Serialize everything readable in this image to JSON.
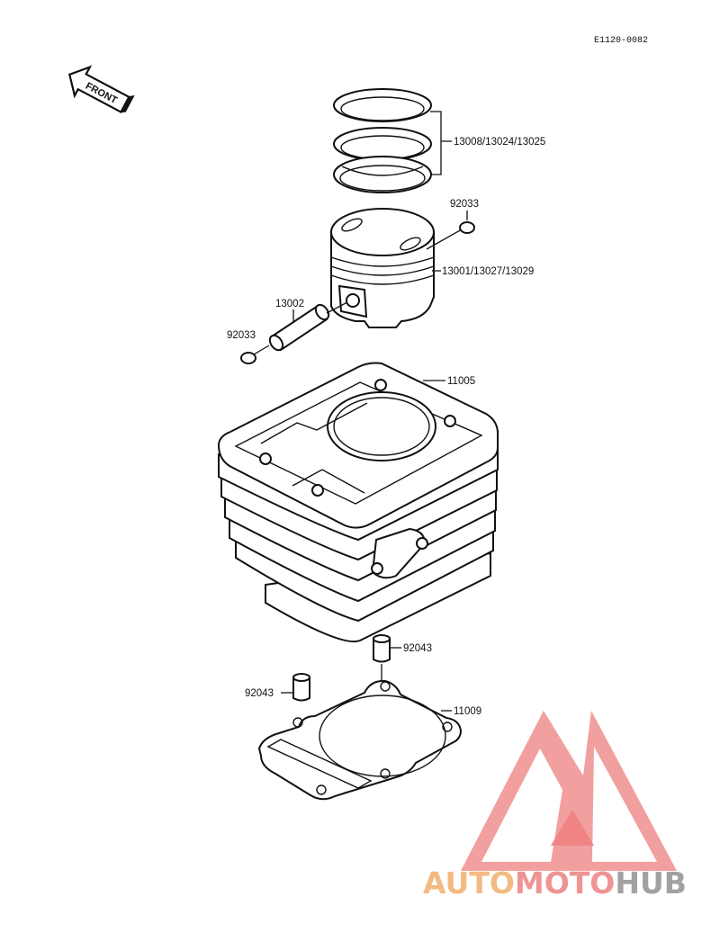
{
  "diagram_code": "E1120-0082",
  "front_marker": "FRONT",
  "parts": {
    "rings": "13008/13024/13025",
    "piston": "13001/13027/13029",
    "circlip_top": "92033",
    "piston_pin": "13002",
    "circlip_left": "92033",
    "cylinder": "11005",
    "dowel_right": "92043",
    "dowel_left": "92043",
    "gasket": "11009"
  },
  "watermark": {
    "part1": "AUTO",
    "part2": "MOTO",
    "part3": "HUB",
    "colors": {
      "orange": "#f2b679",
      "pink": "#ee8b8b",
      "red": "#ef7a7a",
      "grey": "#9a9a9a"
    }
  }
}
